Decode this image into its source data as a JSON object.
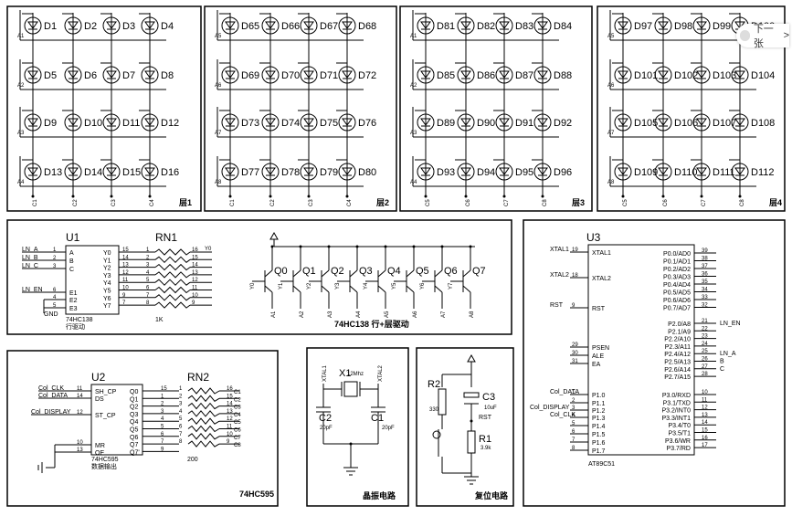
{
  "next_button": {
    "label": "下一张",
    "chevron": ">"
  },
  "panels": [
    {
      "diodes": [
        "D1",
        "D2",
        "D3",
        "D4",
        "D5",
        "D6",
        "D7",
        "D8",
        "D9",
        "D10",
        "D11",
        "D12",
        "D13",
        "D14",
        "D15",
        "D16"
      ],
      "anodes": [
        "A1",
        "A2",
        "A3",
        "A4"
      ],
      "cols": [
        "C1",
        "C2",
        "C3",
        "C4"
      ],
      "label": "层1"
    },
    {
      "diodes": [
        "D65",
        "D66",
        "D67",
        "D68",
        "D69",
        "D70",
        "D71",
        "D72",
        "D73",
        "D74",
        "D75",
        "D76",
        "D77",
        "D78",
        "D79",
        "D80"
      ],
      "anodes": [
        "A5",
        "A6",
        "A7",
        "A8"
      ],
      "cols": [
        "C1",
        "C2",
        "C3",
        "C4"
      ],
      "label": "层2"
    },
    {
      "diodes": [
        "D81",
        "D82",
        "D83",
        "D84",
        "D85",
        "D86",
        "D87",
        "D88",
        "D89",
        "D90",
        "D91",
        "D92",
        "D93",
        "D94",
        "D95",
        "D96"
      ],
      "anodes": [
        "A1",
        "A2",
        "A3",
        "A4"
      ],
      "cols": [
        "C5",
        "C6",
        "C7",
        "C8"
      ],
      "label": "层3"
    },
    {
      "diodes": [
        "D97",
        "D98",
        "D99",
        "D100",
        "D101",
        "D102",
        "D103",
        "D104",
        "D105",
        "D106",
        "D107",
        "D108",
        "D109",
        "D110",
        "D111",
        "D112"
      ],
      "anodes": [
        "A5",
        "A6",
        "A7",
        "A8"
      ],
      "cols": [
        "C5",
        "C6",
        "C7",
        "C8"
      ],
      "label": "层4"
    }
  ],
  "u1": {
    "ref": "U1",
    "part": "74HC138",
    "desc": "行驱动",
    "net_label": "RN1",
    "rn_value": "1K",
    "inputs": [
      "LN_A",
      "LN_B",
      "LN_C",
      "LN_EN",
      "GND"
    ],
    "in_pins": [
      "A",
      "B",
      "C",
      "E1",
      "E2",
      "E3"
    ],
    "out_pins": [
      "Y0",
      "Y1",
      "Y2",
      "Y3",
      "Y4",
      "Y5",
      "Y6",
      "Y7"
    ],
    "pin_nums_left": [
      "1",
      "2",
      "3",
      "6",
      "4",
      "5"
    ],
    "pin_nums_right": [
      "15",
      "14",
      "13",
      "12",
      "11",
      "10",
      "9",
      "7"
    ],
    "rn_left": [
      "1",
      "2",
      "3",
      "4",
      "5",
      "6",
      "7",
      "8"
    ],
    "rn_right": [
      "16",
      "15",
      "14",
      "13",
      "12",
      "11",
      "10",
      "9"
    ],
    "rn_top_label": "Y0"
  },
  "transistors": {
    "labels": [
      "Q0",
      "Q1",
      "Q2",
      "Q3",
      "Q4",
      "Q5",
      "Q6",
      "Q7"
    ],
    "bases": [
      "Y0",
      "Y1",
      "Y2",
      "Y3",
      "Y4",
      "Y5",
      "Y6",
      "Y7"
    ],
    "emitters": [
      "A1",
      "A2",
      "A3",
      "A4",
      "A5",
      "A6",
      "A7",
      "A8"
    ],
    "caption": "74HC138 行+层驱动"
  },
  "u2": {
    "ref": "U2",
    "part": "74HC595",
    "desc": "数据输出",
    "net_label": "RN2",
    "rn_value": "200",
    "signals": [
      "Col_CLK",
      "Col_DATA",
      "Col_DISPLAY"
    ],
    "in_pins": [
      "SH_CP",
      "DS",
      "ST_CP",
      "MR",
      "OE"
    ],
    "in_nums": [
      "11",
      "14",
      "12",
      "10",
      "13"
    ],
    "out_pins": [
      "Q0",
      "Q1",
      "Q2",
      "Q3",
      "Q4",
      "Q5",
      "Q6",
      "Q7",
      "Q7'"
    ],
    "out_nums": [
      "15",
      "1",
      "2",
      "3",
      "4",
      "5",
      "6",
      "7",
      "9"
    ],
    "rn_left": [
      "1",
      "2",
      "3",
      "4",
      "5",
      "6",
      "7",
      "8"
    ],
    "rn_right": [
      "16",
      "15",
      "14",
      "13",
      "12",
      "11",
      "10",
      "9"
    ],
    "col_labels": [
      "C1",
      "C2",
      "C3",
      "C4",
      "C5",
      "C6",
      "C7",
      "C8"
    ],
    "caption": "74HC595"
  },
  "crystal": {
    "x1": "X1",
    "freq": "12Mhz",
    "c2": "C2",
    "c1": "C1",
    "c2v": "20pF",
    "c1v": "20pF",
    "xtal1": "XTAL1",
    "xtal2": "XTAL2",
    "caption": "晶振电路"
  },
  "reset": {
    "r2": "R2",
    "r2v": "330",
    "c3": "C3",
    "c3v": "10uF",
    "rst": "RST",
    "r1": "R1",
    "r1v": "3.9k",
    "caption": "复位电路"
  },
  "u3": {
    "ref": "U3",
    "part": "AT89C51",
    "left_pins": [
      {
        "net": "XTAL1",
        "num": "19",
        "name": "XTAL1"
      },
      {
        "net": "XTAL2",
        "num": "18",
        "name": "XTAL2"
      },
      {
        "net": "RST",
        "num": "9",
        "name": "RST"
      },
      {
        "net": "",
        "num": "29",
        "name": "PSEN"
      },
      {
        "net": "",
        "num": "30",
        "name": "ALE"
      },
      {
        "net": "",
        "num": "31",
        "name": "EA"
      },
      {
        "net": "Col_DATA",
        "num": "1",
        "name": "P1.0"
      },
      {
        "net": "",
        "num": "2",
        "name": "P1.1"
      },
      {
        "net": "Col_DISPLAY",
        "num": "3",
        "name": "P1.2"
      },
      {
        "net": "Col_CLK",
        "num": "4",
        "name": "P1.3"
      },
      {
        "net": "",
        "num": "5",
        "name": "P1.4"
      },
      {
        "net": "",
        "num": "6",
        "name": "P1.5"
      },
      {
        "net": "",
        "num": "7",
        "name": "P1.6"
      },
      {
        "net": "",
        "num": "8",
        "name": "P1.7"
      }
    ],
    "right_p0": [
      {
        "name": "P0.0/AD0",
        "num": "39"
      },
      {
        "name": "P0.1/AD1",
        "num": "38"
      },
      {
        "name": "P0.2/AD2",
        "num": "37"
      },
      {
        "name": "P0.3/AD3",
        "num": "36"
      },
      {
        "name": "P0.4/AD4",
        "num": "35"
      },
      {
        "name": "P0.5/AD5",
        "num": "34"
      },
      {
        "name": "P0.6/AD6",
        "num": "33"
      },
      {
        "name": "P0.7/AD7",
        "num": "32"
      }
    ],
    "right_p2": [
      {
        "name": "P2.0/A8",
        "num": "21",
        "net": "LN_EN"
      },
      {
        "name": "P2.1/A9",
        "num": "22",
        "net": ""
      },
      {
        "name": "P2.2/A10",
        "num": "23",
        "net": ""
      },
      {
        "name": "P2.3/A11",
        "num": "24",
        "net": ""
      },
      {
        "name": "P2.4/A12",
        "num": "25",
        "net": "LN_A"
      },
      {
        "name": "P2.5/A13",
        "num": "26",
        "net": "B"
      },
      {
        "name": "P2.6/A14",
        "num": "27",
        "net": "C"
      },
      {
        "name": "P2.7/A15",
        "num": "28",
        "net": ""
      }
    ],
    "right_p3": [
      {
        "name": "P3.0/RXD",
        "num": "10"
      },
      {
        "name": "P3.1/TXD",
        "num": "11"
      },
      {
        "name": "P3.2/INT0",
        "num": "12"
      },
      {
        "name": "P3.3/INT1",
        "num": "13"
      },
      {
        "name": "P3.4/T0",
        "num": "14"
      },
      {
        "name": "P3.5/T1",
        "num": "15"
      },
      {
        "name": "P3.6/WR",
        "num": "16"
      },
      {
        "name": "P3.7/RD",
        "num": "17"
      }
    ]
  }
}
